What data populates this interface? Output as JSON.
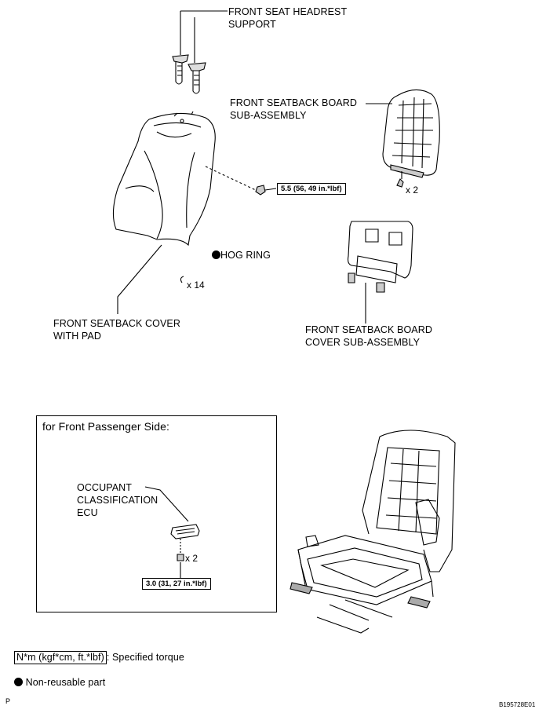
{
  "labels": {
    "headrest_support_l1": "FRONT SEAT HEADREST",
    "headrest_support_l2": "SUPPORT",
    "seatback_board_l1": "FRONT SEATBACK BOARD",
    "seatback_board_l2": "SUB-ASSEMBLY",
    "seatback_board_qty": "x 2",
    "torque_seatback": "5.5 (56, 49 in.*lbf)",
    "hog_ring": "HOG RING",
    "hog_ring_qty": "x 14",
    "seatback_cover_l1": "FRONT SEATBACK COVER",
    "seatback_cover_l2": "WITH PAD",
    "board_cover_l1": "FRONT SEATBACK BOARD",
    "board_cover_l2": "COVER SUB-ASSEMBLY"
  },
  "inset": {
    "title": "for Front Passenger Side:",
    "ecu_l1": "OCCUPANT",
    "ecu_l2": "CLASSIFICATION",
    "ecu_l3": "ECU",
    "ecu_qty": "x 2",
    "torque_ecu": "3.0 (31, 27 in.*lbf)"
  },
  "legend": {
    "torque_unit": "N*m (kgf*cm, ft.*lbf)",
    "torque_desc": ": Specified torque",
    "nonreusable_desc": "Non-reusable part"
  },
  "footer": {
    "left_code": "P",
    "right_code": "B195728E01"
  }
}
